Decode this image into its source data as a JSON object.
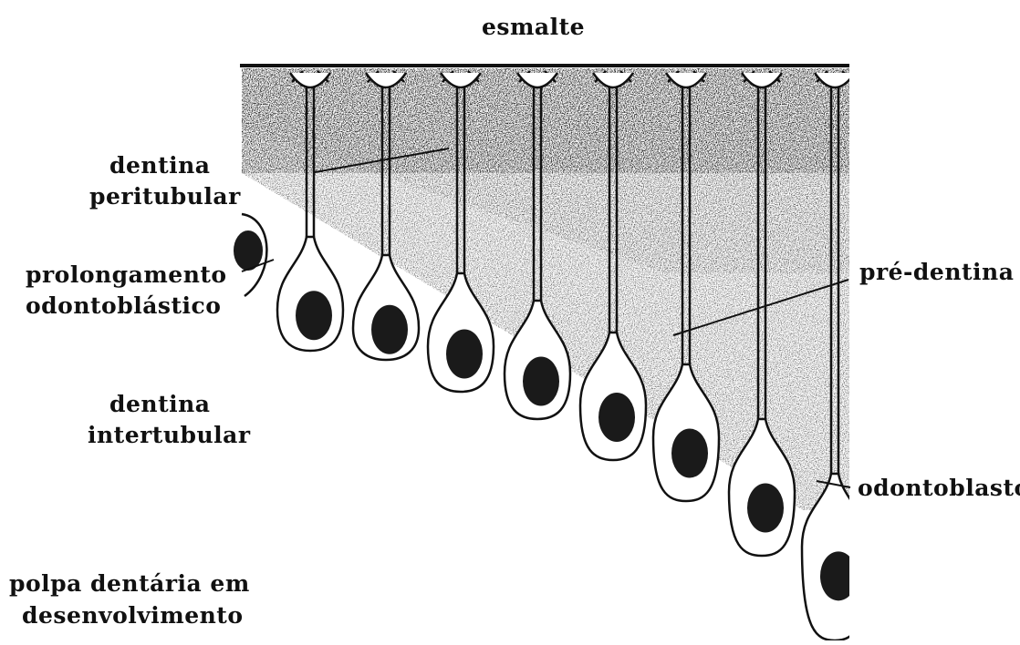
{
  "labels": {
    "enamel": "esmalte",
    "peritubular_line1": "dentina",
    "peritubular_line2": "peritubular",
    "process_line1": "prolongamento",
    "process_line2": "odontoblástico",
    "intertubular_line1": "dentina",
    "intertubular_line2": "intertubular",
    "pulp_line1": "polpa dentária em",
    "pulp_line2": "desenvolvimento",
    "predentin": "pré-dentina",
    "odontoblast": "odontoblasto"
  },
  "colors": {
    "ink": "#111111",
    "dentin_shade": "#9a9a9a",
    "predentin_shade": "#c9c9c9",
    "nucleus": "#1a1a1a",
    "background": "#ffffff"
  }
}
